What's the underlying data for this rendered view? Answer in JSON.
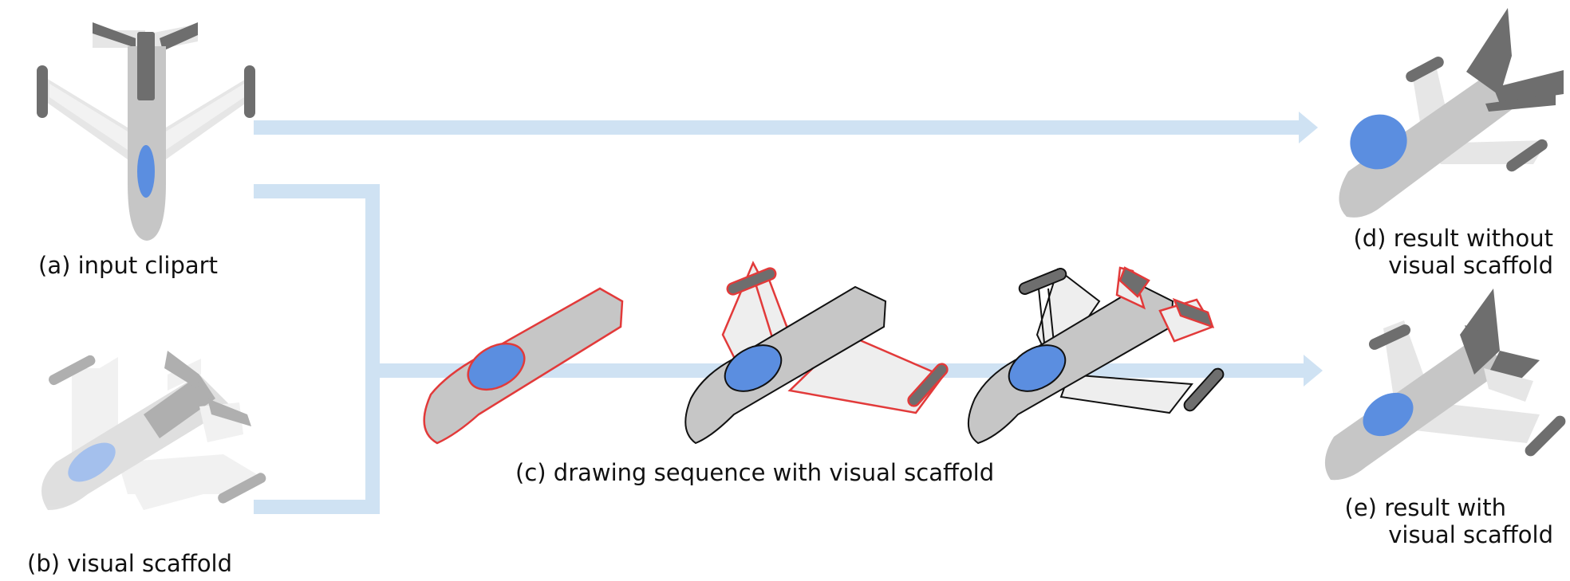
{
  "captions": {
    "a": "(a) input clipart",
    "b": "(b) visual scaffold",
    "c": "(c) drawing sequence with visual scaffold",
    "d_line1": "(d) result without",
    "d_line2": "visual scaffold",
    "e_line1": "(e) result with",
    "e_line2": "visual scaffold"
  },
  "colors": {
    "arrow": "#cfe2f3",
    "body_gray": "#c6c6c6",
    "light_gray": "#e6e6e6",
    "dark_gray": "#6e6e6e",
    "cockpit_blue": "#5b8ee0",
    "highlight_red": "#e23a3a",
    "outline_black": "#111111"
  }
}
